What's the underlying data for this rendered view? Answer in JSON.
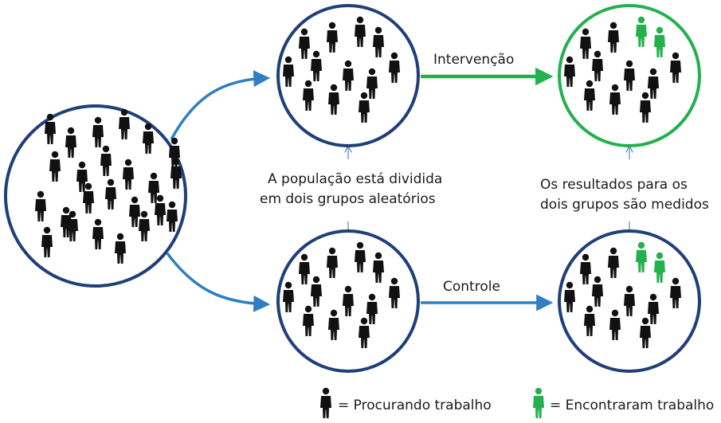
{
  "diagram": {
    "label_intervention": "Intervenção",
    "label_control": "Controle",
    "split_text": [
      "A população está dividida",
      "em dois grupos aleatórios"
    ],
    "measure_text": [
      "Os resultados para os",
      "dois grupos são medidos"
    ],
    "legend": {
      "seeking": "= Procurando trabalho",
      "found": "= Encontraram trabalho"
    },
    "colors": {
      "circle_blue": "#1f3f78",
      "arrow_blue": "#2f7fc1",
      "green": "#22b14c",
      "person_dark": "#111111",
      "person_found": "#22b14c"
    },
    "icons": {
      "person": "person-icon",
      "person_found": "person-found-icon"
    }
  }
}
